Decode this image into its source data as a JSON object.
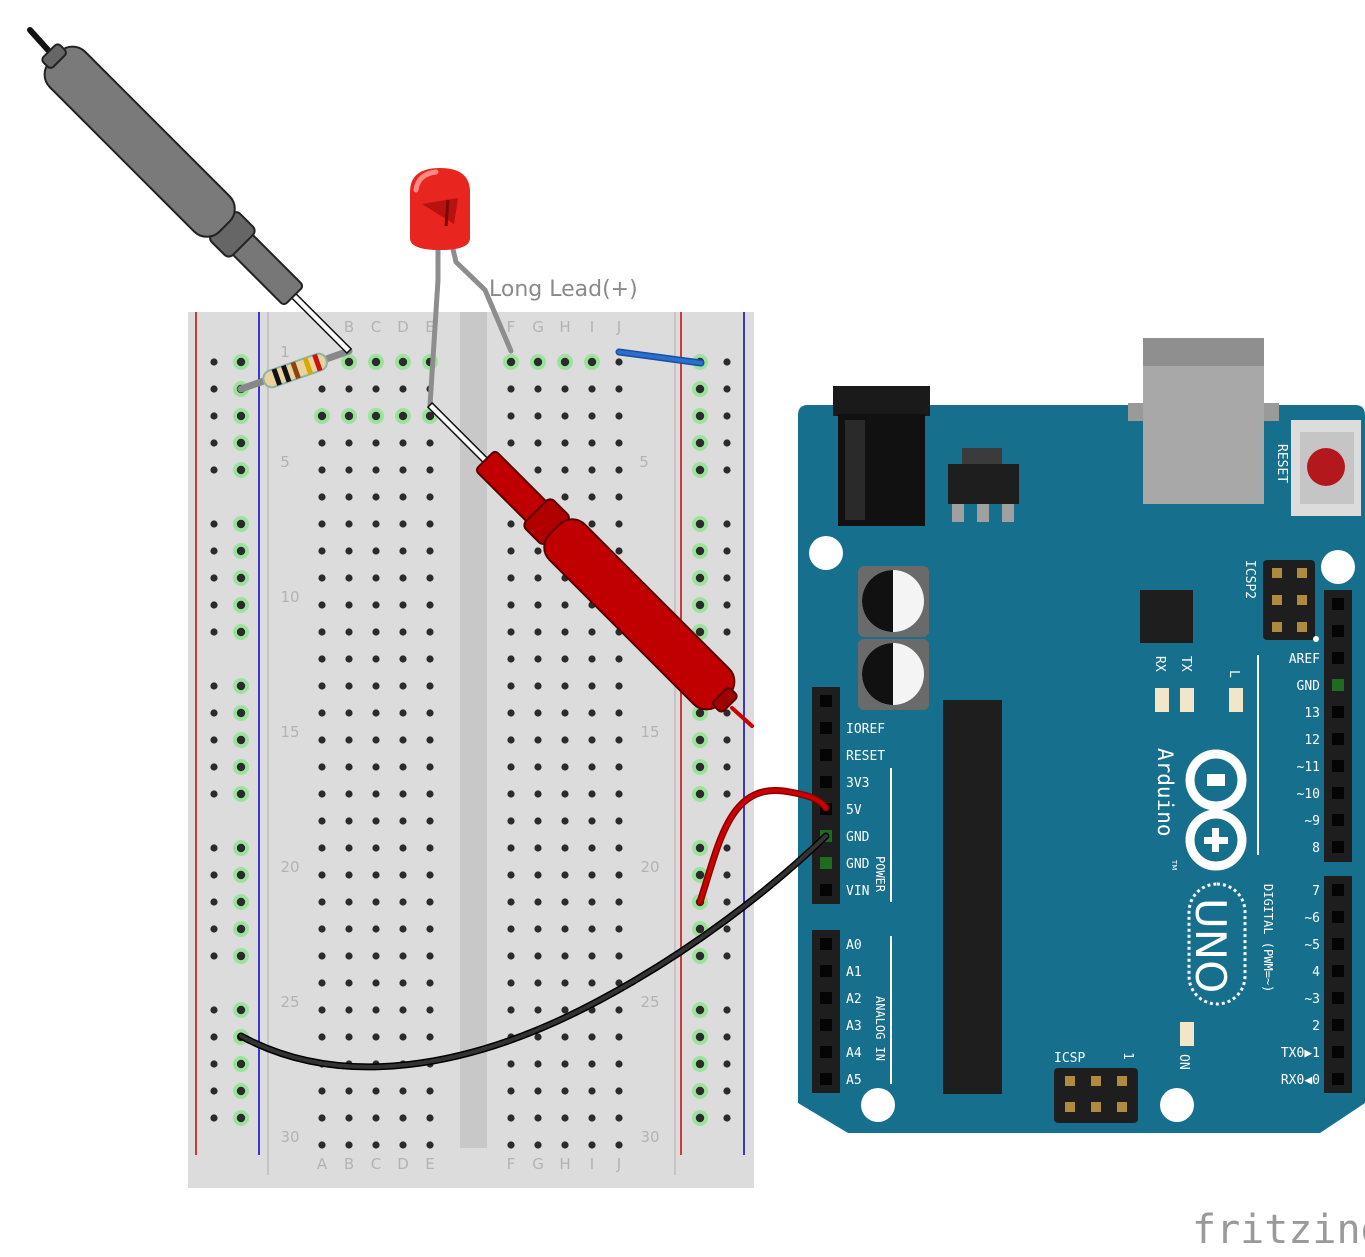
{
  "annotation": {
    "led_lead": "Long Lead(+)"
  },
  "breadboard": {
    "columns_left": [
      "A",
      "B",
      "C",
      "D",
      "E"
    ],
    "columns_right": [
      "F",
      "G",
      "H",
      "I",
      "J"
    ],
    "row_numbers": [
      "1",
      "5",
      "10",
      "15",
      "20",
      "25",
      "30"
    ]
  },
  "arduino": {
    "brand": "Arduino",
    "trademark": "TM",
    "model": "UNO",
    "reset": "RESET",
    "icsp2": "ICSP2",
    "icsp": "ICSP",
    "icsp_pin1": "1",
    "led_rx": "RX",
    "led_tx": "TX",
    "led_l": "L",
    "led_on": "ON",
    "power_header_title": "POWER",
    "analog_header_title": "ANALOG IN",
    "digital_header_title": "DIGITAL (PWM=~)",
    "power_pins": [
      "IOREF",
      "RESET",
      "3V3",
      "5V",
      "GND",
      "GND",
      "VIN"
    ],
    "analog_pins": [
      "A0",
      "A1",
      "A2",
      "A3",
      "A4",
      "A5"
    ],
    "digital_pins_top": [
      "AREF",
      "GND",
      "13",
      "12",
      "~11",
      "~10",
      "~9",
      "8"
    ],
    "digital_pins_bottom": [
      "7",
      "~6",
      "~5",
      "4",
      "~3",
      "2",
      "TX0▶1",
      "RX0◀0"
    ]
  },
  "footer": {
    "logo": "fritzing"
  },
  "colors": {
    "board": "#156f8d",
    "breadboard": "#dcdcdc",
    "rail_red": "#cc0000",
    "rail_blue": "#0000cc",
    "wire_red": "#cc0000",
    "wire_black": "#222222",
    "wire_blue": "#2a6fd0",
    "probe_red": "#c00000",
    "probe_black": "#777777",
    "led": "#e8251f",
    "connected_hole": "#9be39b"
  }
}
